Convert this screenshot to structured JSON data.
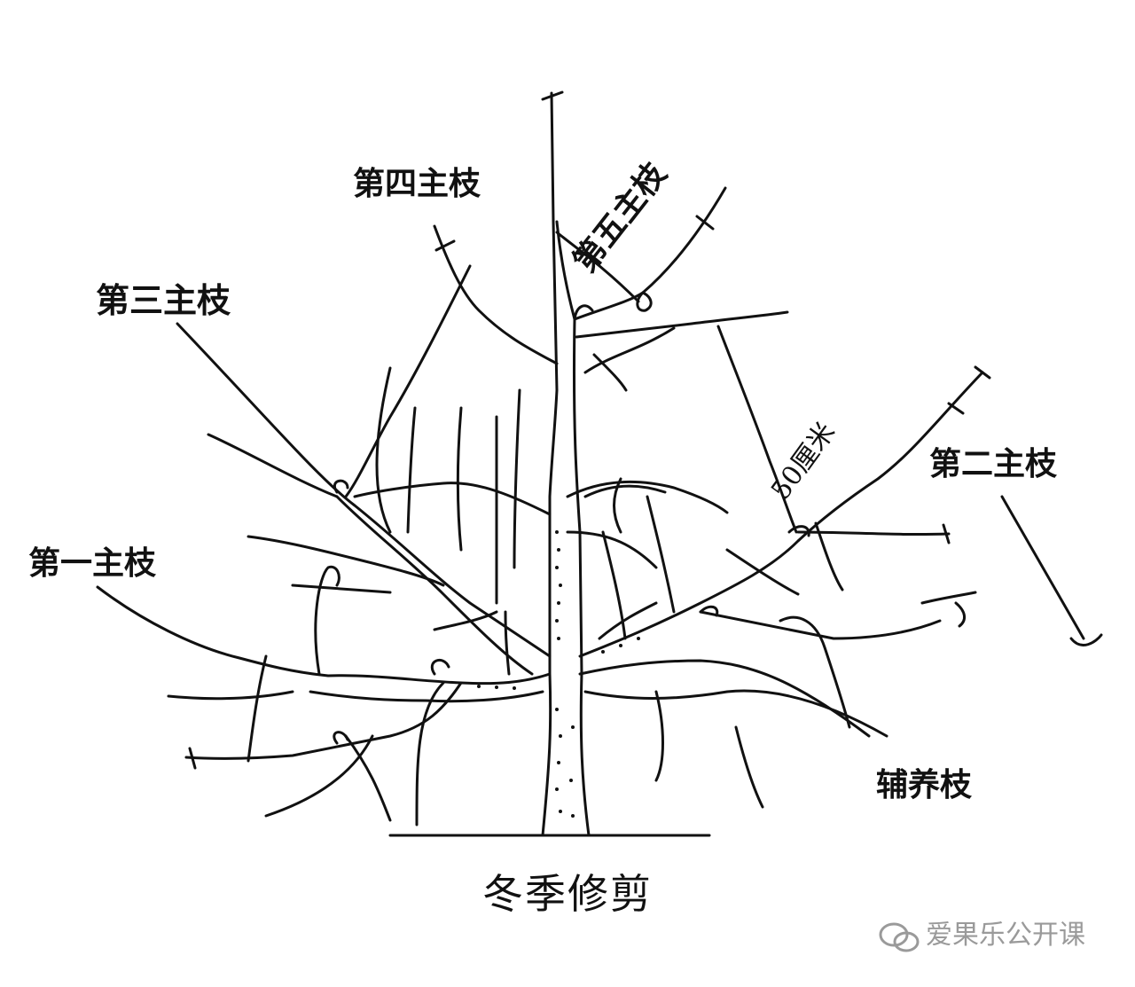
{
  "labels": {
    "branch_1": "第一主枝",
    "branch_2": "第二主枝",
    "branch_3": "第三主枝",
    "branch_4": "第四主枝",
    "branch_5": "第五主枝",
    "distance": "50厘米",
    "auxiliary": "辅养枝",
    "title": "冬季修剪"
  },
  "watermark": {
    "text": "爱果乐公开课",
    "icon": "wechat-icon",
    "color": "#9a9a9a"
  },
  "colors": {
    "ink": "#111111",
    "background": "#ffffff"
  }
}
